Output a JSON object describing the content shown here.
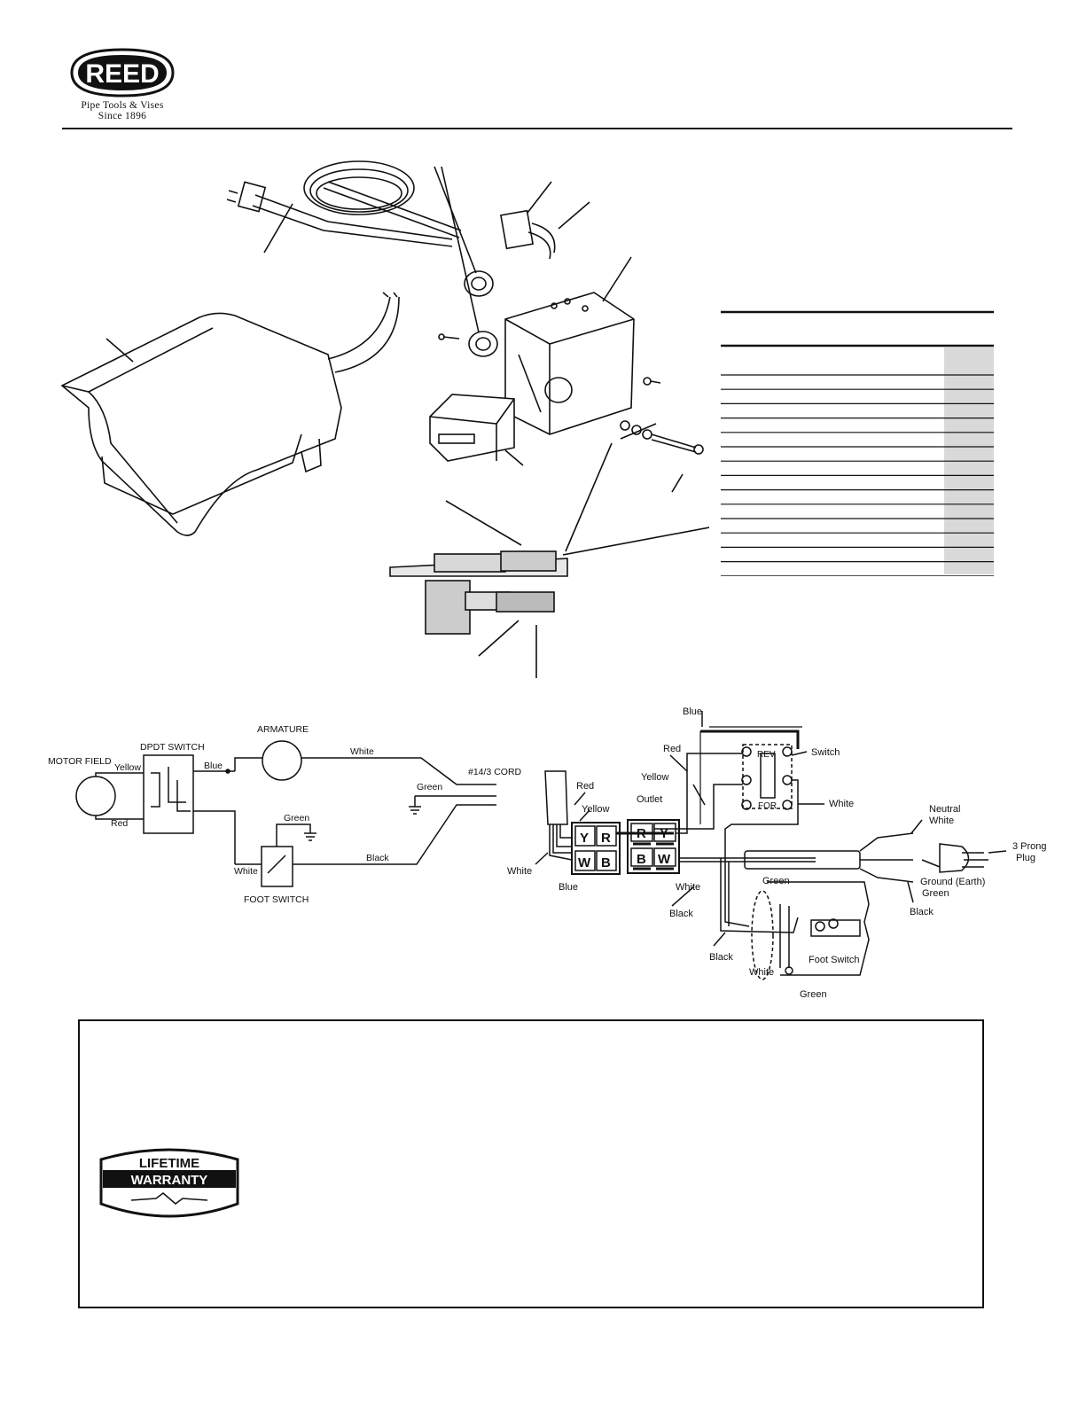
{
  "brand": {
    "logo_text": "REED",
    "tagline_line1": "Pipe Tools & Vises",
    "tagline_line2": "Since 1896"
  },
  "schematic": {
    "motor_field": "MOTOR FIELD",
    "dpdt_switch": "DPDT SWITCH",
    "armature": "ARMATURE",
    "cord": "#14/3 CORD",
    "foot_switch": "FOOT SWITCH",
    "wires": {
      "yellow": "Yellow",
      "red": "Red",
      "blue": "Blue",
      "white": "White",
      "white2": "White",
      "green": "Green",
      "green2": "Green",
      "black": "Black"
    }
  },
  "wiring": {
    "blue": "Blue",
    "red": "Red",
    "yellow": "Yellow",
    "switch": "Switch",
    "rev": "REV",
    "for": "FOR",
    "white_switch": "White",
    "outlet": "Outlet",
    "red_cord": "Red",
    "yellow_cord": "Yellow",
    "white_left": "White",
    "blue_left": "Blue",
    "terminal_y": "Y",
    "terminal_r": "R",
    "terminal_w": "W",
    "terminal_b": "B",
    "outlet_r": "R",
    "outlet_y": "Y",
    "outlet_b": "B",
    "outlet_w": "W",
    "white_mid": "White",
    "green_mid": "Green",
    "black_mid": "Black",
    "black_low": "Black",
    "white_low": "White",
    "green_low": "Green",
    "foot_switch": "Foot Switch",
    "neutral": "Neutral",
    "neutral_white": "White",
    "plug_3prong": "3 Prong",
    "plug": "Plug",
    "ground": "Ground (Earth)",
    "ground_green": "Green",
    "black_right": "Black"
  },
  "warranty_badge": {
    "line1": "LIFETIME",
    "line2": "WARRANTY"
  },
  "parts_table": {
    "row_count": 15
  }
}
